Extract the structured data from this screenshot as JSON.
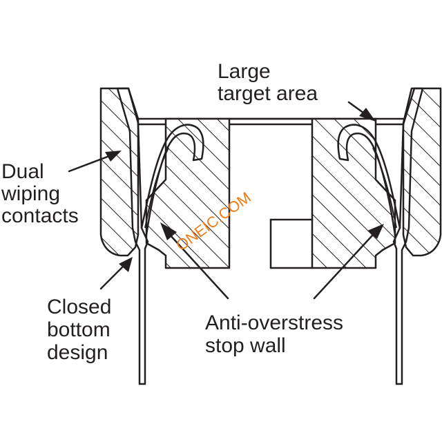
{
  "labels": {
    "large_target_1": "Large",
    "large_target_2": "target area",
    "dual_1": "Dual",
    "dual_2": "wiping",
    "dual_3": "contacts",
    "closed_1": "Closed",
    "closed_2": "bottom",
    "closed_3": "design",
    "anti_1": "Anti-overstress",
    "anti_2": "stop wall"
  },
  "watermark": "ONEIC.COM",
  "colors": {
    "ink": "#231f20",
    "background": "#ffffff",
    "watermark": "#f07a14"
  }
}
